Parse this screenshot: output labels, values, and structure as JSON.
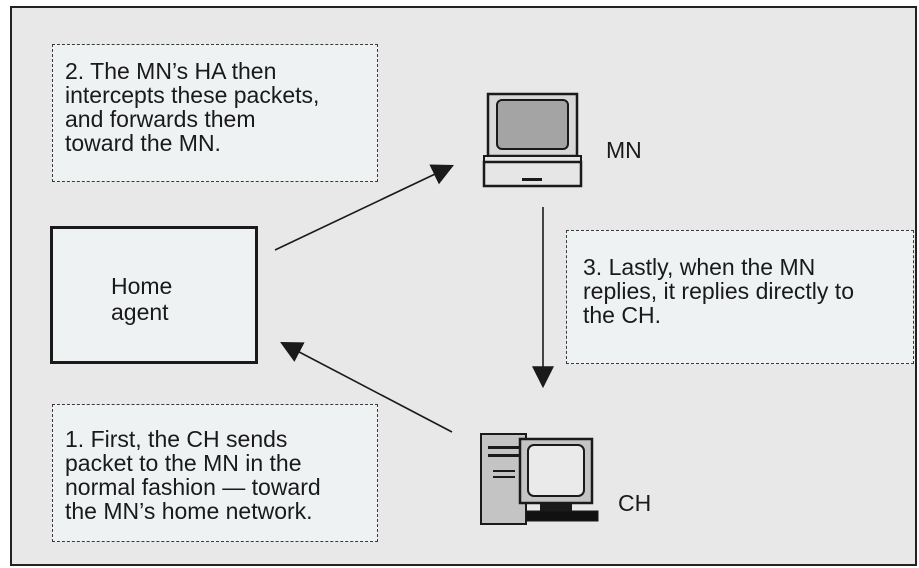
{
  "notes": {
    "step2": "2.  The MN’s HA then\nintercepts these packets,\nand forwards them\ntoward the MN.",
    "step3": "3.  Lastly, when the MN\nreplies, it replies directly to\nthe CH.",
    "step1": "1.  First, the CH sends\npacket to the MN in the\nnormal fashion — toward\nthe MN’s home network."
  },
  "home_agent": {
    "label": "Home\nagent"
  },
  "nodes": {
    "mn": {
      "label": "MN",
      "icon": "laptop-icon"
    },
    "ch": {
      "label": "CH",
      "icon": "desktop-computer-icon"
    }
  },
  "colors": {
    "background": "#e8e8e8",
    "note_fill": "#eff2f2",
    "stroke": "#1a1a1a"
  }
}
